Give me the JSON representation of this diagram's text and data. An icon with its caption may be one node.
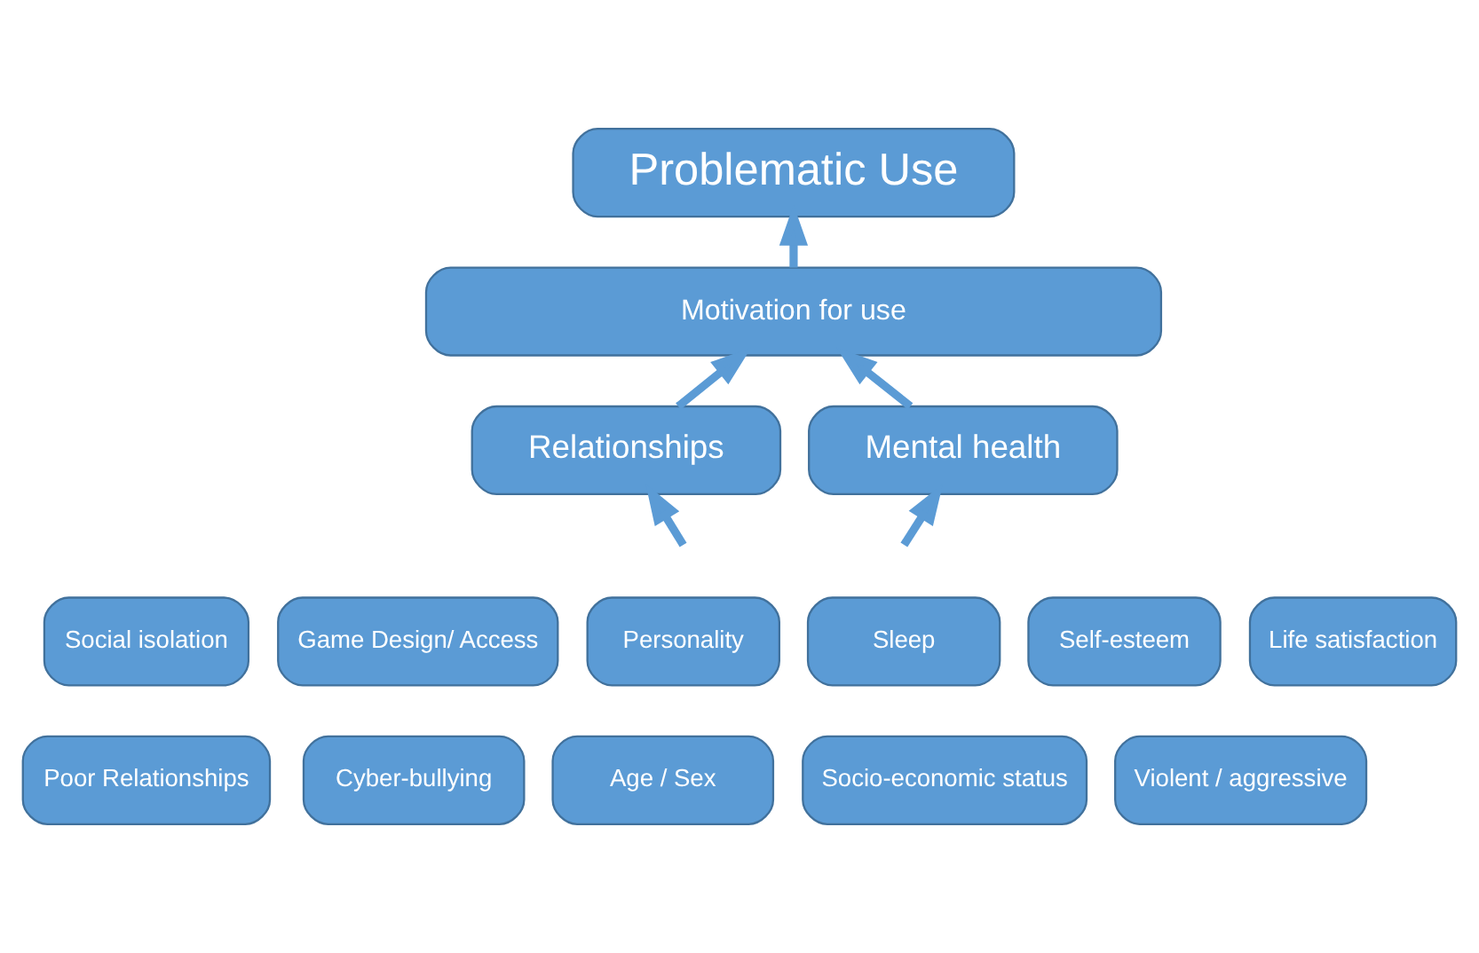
{
  "diagram": {
    "nodes": [
      {
        "text": [
          "Problematic Use"
        ]
      },
      {
        "text": [
          "Motivation for use"
        ]
      },
      {
        "text": [
          "Relationships"
        ]
      },
      {
        "text": [
          "Mental health"
        ]
      },
      {
        "text": [
          "Social isolation"
        ]
      },
      {
        "text": [
          "Game Design/ Access"
        ]
      },
      {
        "text": [
          "Personality"
        ]
      },
      {
        "text": [
          "Sleep"
        ]
      },
      {
        "text": [
          "Self-esteem"
        ]
      },
      {
        "text": [
          "Life satisfaction"
        ]
      },
      {
        "text": [
          "Poor Relationships"
        ]
      },
      {
        "text": [
          "Cyber-bullying"
        ]
      },
      {
        "text": [
          "Age / Sex"
        ]
      },
      {
        "text": [
          "Socio-economic status"
        ]
      },
      {
        "text": [
          "Violent / aggressive"
        ]
      }
    ],
    "edges": [
      {
        "from": 1,
        "to": 0,
        "arrow": "to"
      },
      {
        "from": 2,
        "to": 1,
        "arrow": "to"
      },
      {
        "from": 3,
        "to": 1,
        "arrow": "to"
      },
      {
        "from": null,
        "to": 2,
        "arrow": "to"
      },
      {
        "from": null,
        "to": 3,
        "arrow": "to"
      }
    ]
  }
}
